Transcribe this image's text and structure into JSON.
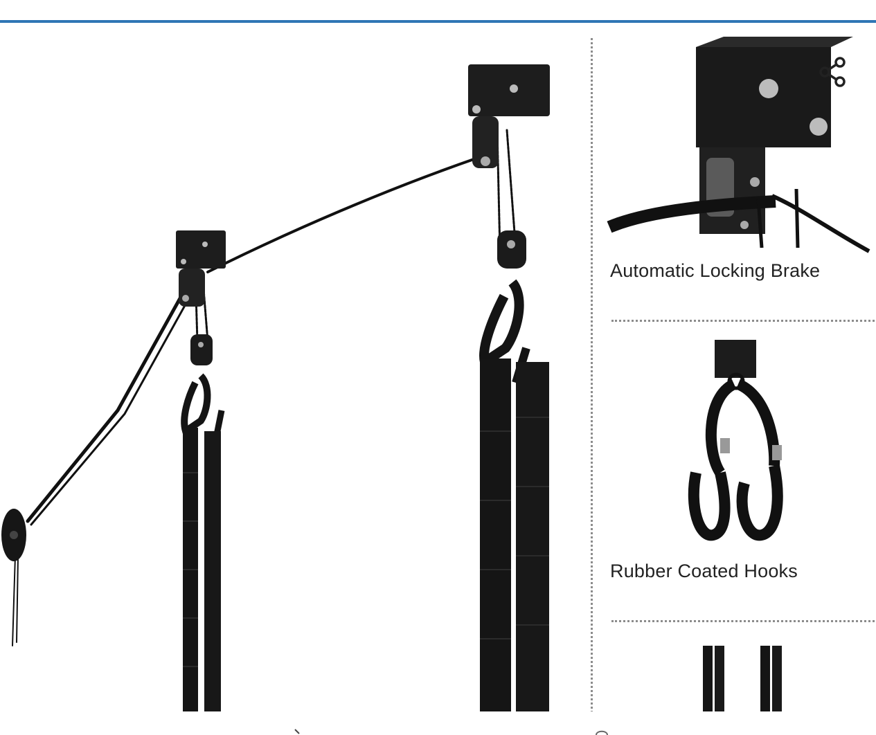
{
  "header": {
    "accent_color": "#2f76b5"
  },
  "main_image": {
    "subject": "kayak-bike-hoist-illustration"
  },
  "share": {
    "icon": "share-icon"
  },
  "features": [
    {
      "caption": "Automatic Locking Brake",
      "image": "locking-brake-closeup"
    },
    {
      "caption": "Rubber Coated Hooks",
      "image": "rubber-hooks-closeup"
    },
    {
      "caption": "",
      "image": "straps-closeup"
    }
  ],
  "bottom_controls": [
    {
      "icon": "chevron-left-icon"
    },
    {
      "icon": "page-indicator-icon"
    }
  ]
}
